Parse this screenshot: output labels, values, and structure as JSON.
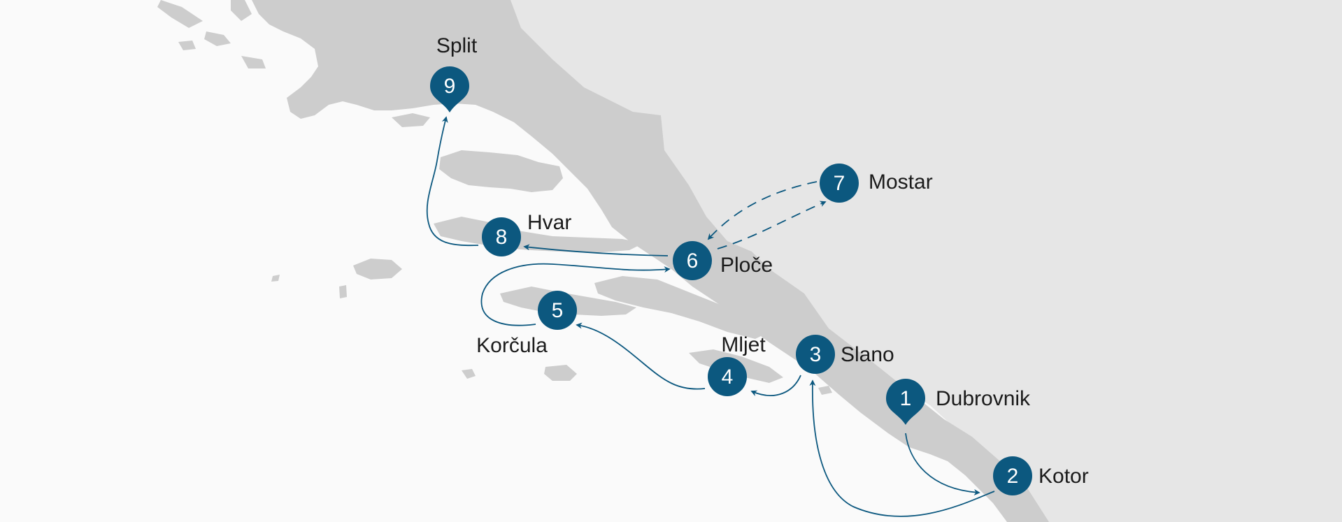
{
  "colors": {
    "sea": "#fafafa",
    "inland": "#e6e6e6",
    "coast_land": "#cdcdcd",
    "marker": "#0c587f",
    "route": "#0c587f",
    "label": "#1b1b1b"
  },
  "stops": [
    {
      "id": "dubrovnik",
      "number": "1",
      "name": "Dubrovnik",
      "icon": "map-pin-icon"
    },
    {
      "id": "kotor",
      "number": "2",
      "name": "Kotor",
      "icon": "circle-marker-icon"
    },
    {
      "id": "slano",
      "number": "3",
      "name": "Slano",
      "icon": "circle-marker-icon"
    },
    {
      "id": "mljet",
      "number": "4",
      "name": "Mljet",
      "icon": "circle-marker-icon"
    },
    {
      "id": "korcula",
      "number": "5",
      "name": "Korčula",
      "icon": "circle-marker-icon"
    },
    {
      "id": "ploce",
      "number": "6",
      "name": "Ploče",
      "icon": "circle-marker-icon"
    },
    {
      "id": "mostar",
      "number": "7",
      "name": "Mostar",
      "icon": "circle-marker-icon"
    },
    {
      "id": "hvar",
      "number": "8",
      "name": "Hvar",
      "icon": "circle-marker-icon"
    },
    {
      "id": "split",
      "number": "9",
      "name": "Split",
      "icon": "map-pin-icon"
    }
  ],
  "routes": [
    {
      "from": "dubrovnik",
      "to": "kotor",
      "style": "solid"
    },
    {
      "from": "kotor",
      "to": "slano",
      "style": "solid"
    },
    {
      "from": "slano",
      "to": "mljet",
      "style": "solid"
    },
    {
      "from": "mljet",
      "to": "korcula",
      "style": "solid"
    },
    {
      "from": "korcula",
      "to": "ploce",
      "style": "solid"
    },
    {
      "from": "ploce",
      "to": "mostar",
      "style": "dashed"
    },
    {
      "from": "mostar",
      "to": "ploce",
      "style": "dashed"
    },
    {
      "from": "ploce",
      "to": "hvar",
      "style": "solid"
    },
    {
      "from": "hvar",
      "to": "split",
      "style": "solid"
    }
  ]
}
